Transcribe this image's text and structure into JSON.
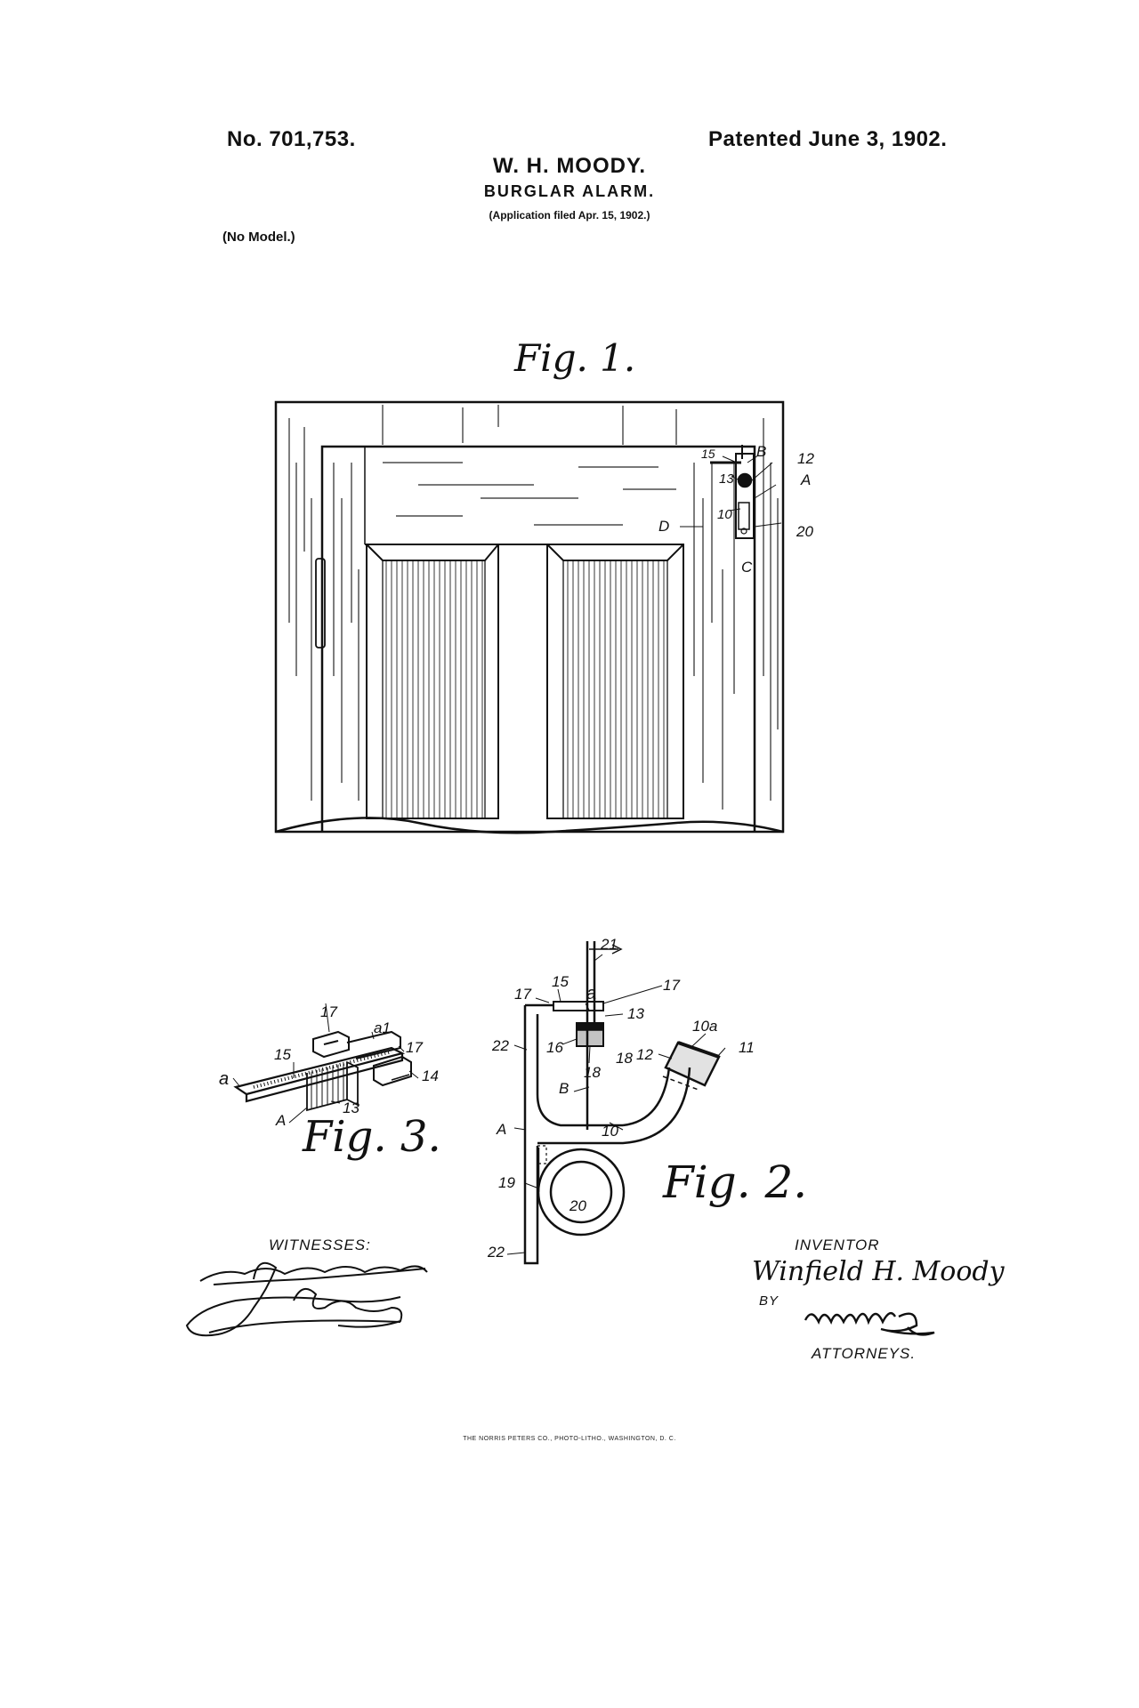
{
  "header": {
    "patent_number": "No. 701,753.",
    "patent_date": "Patented June 3, 1902.",
    "inventor_name": "W. H. MOODY.",
    "title": "BURGLAR ALARM.",
    "application": "(Application filed Apr. 15, 1902.)",
    "model_note": "(No Model.)"
  },
  "figures": {
    "fig1": {
      "caption": "Fig. 1.",
      "labels": {
        "l15": "15",
        "lB": "B",
        "l12": "12",
        "l13": "13",
        "lA": "A",
        "l10": "10",
        "l20": "20",
        "lD": "D",
        "lC": "C'"
      }
    },
    "fig2": {
      "caption": "Fig. 2.",
      "labels": {
        "l21": "21",
        "l15": "15",
        "la": "a",
        "l17a": "17",
        "l17b": "17",
        "l13": "13",
        "l22a": "22",
        "l16": "16",
        "l18a": "18",
        "l18b": "18",
        "l12": "12",
        "l10a": "10a",
        "l11": "11",
        "lB": "B",
        "lA": "A",
        "l10": "10",
        "l19": "19",
        "l20": "20",
        "l22b": "22"
      }
    },
    "fig3": {
      "caption": "Fig. 3.",
      "labels": {
        "l17a": "17",
        "la1": "a1",
        "l17b": "17",
        "l15": "15",
        "l14": "14",
        "la": "a",
        "l13": "13",
        "lA": "A"
      }
    }
  },
  "signatures": {
    "witnesses_label": "WITNESSES:",
    "witness_1": "A. R. Appleman Jr.",
    "witness_2": "Fred Acker",
    "inventor_label": "INVENTOR",
    "inventor_signature": "Winfield H. Moody",
    "by_label": "BY",
    "attorney_signature": "Munn & Co",
    "attorneys_label": "ATTORNEYS."
  },
  "footer": {
    "printer": "THE NORRIS PETERS CO., PHOTO-LITHO., WASHINGTON, D. C."
  }
}
